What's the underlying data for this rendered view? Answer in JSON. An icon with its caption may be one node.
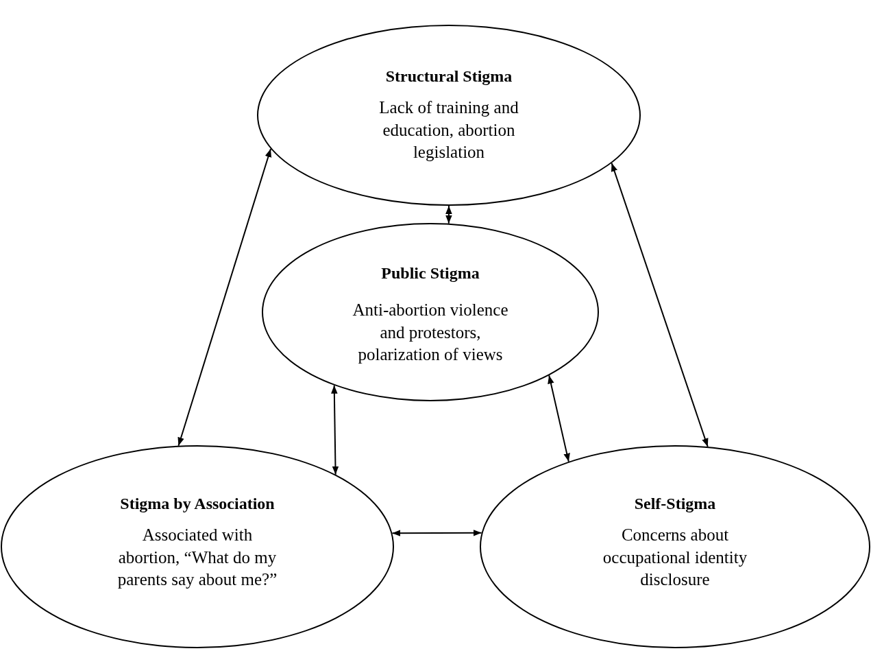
{
  "diagram": {
    "nodes": [
      {
        "text": [
          "Structural Stigma",
          "Lack of training and education, abortion legislation"
        ]
      },
      {
        "text": [
          "Public Stigma",
          "Anti-abortion violence and protestors, polarization of views"
        ]
      },
      {
        "text": [
          "Stigma by Association",
          "Associated with abortion, “What do my parents say about me?”"
        ]
      },
      {
        "text": [
          "Self-Stigma",
          "Concerns about occupational identity disclosure"
        ]
      }
    ],
    "edges": [
      {
        "from": 0,
        "to": 1,
        "arrow": "both"
      },
      {
        "from": 0,
        "to": 2,
        "arrow": "both"
      },
      {
        "from": 0,
        "to": 3,
        "arrow": "both"
      },
      {
        "from": 1,
        "to": 2,
        "arrow": "both"
      },
      {
        "from": 1,
        "to": 3,
        "arrow": "both"
      },
      {
        "from": 2,
        "to": 3,
        "arrow": "both"
      }
    ]
  }
}
